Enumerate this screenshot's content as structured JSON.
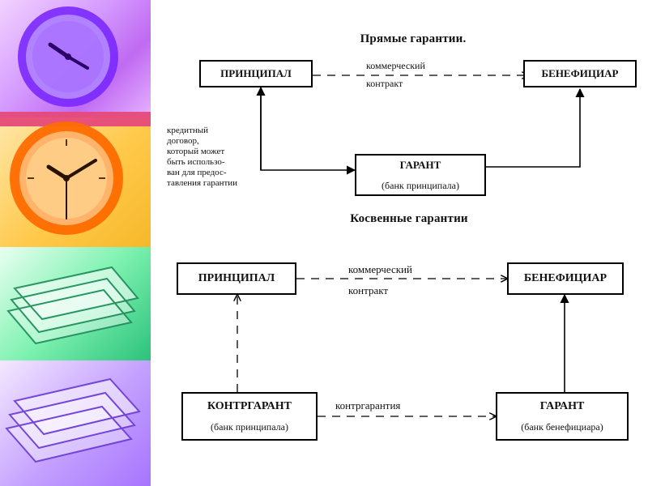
{
  "top": {
    "title": "Прямые гарантии.",
    "principal": "ПРИНЦИПАЛ",
    "beneficiary": "БЕНЕФИЦИАР",
    "guarantor": "ГАРАНТ",
    "guarantor_sub": "(банк принципала)",
    "contract_line1": "коммерческий",
    "contract_line2": "контракт",
    "credit_note": [
      "кредитный",
      "договор,",
      "который может",
      "быть использо-",
      "ван для предос-",
      "тавления гарантии"
    ]
  },
  "bottom": {
    "title": "Косвенные гарантии",
    "principal": "ПРИНЦИПАЛ",
    "beneficiary": "БЕНЕФИЦИАР",
    "counter_guarantor": "КОНТРГАРАНТ",
    "counter_guarantor_sub": "(банк принципала)",
    "guarantor": "ГАРАНТ",
    "guarantor_sub": "(банк бенефициара)",
    "contract_line1": "коммерческий",
    "contract_line2": "контракт",
    "counter_guarantees": "контргарантия"
  },
  "colors": {
    "line": "#000000"
  }
}
